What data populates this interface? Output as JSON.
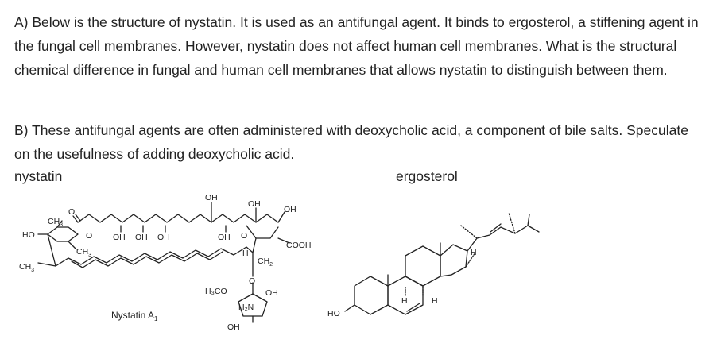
{
  "question_a": "A) Below is the structure of nystatin.  It is used as an antifungal agent.  It binds to ergosterol, a stiffening agent in the fungal cell membranes. However, nystatin does not affect human cell membranes. What is the structural chemical difference in fungal and human cell membranes that allows nystatin to distinguish between them.",
  "question_b": "B) These antifungal agents are often administered with deoxycholic acid, a component of bile salts. Speculate on the usefulness of adding deoxycholic acid.",
  "labels": {
    "nystatin": "nystatin",
    "ergosterol": "ergosterol"
  },
  "nystatin_structure": {
    "caption": "Nystatin A",
    "caption_subscript": "1",
    "atoms": {
      "oh_top": "OH",
      "oh_top2": "OH",
      "oh_top3": "OH",
      "ho_left": "HO",
      "ch3_top": "CH",
      "ch3_mid": "CH",
      "ch3_left": "CH",
      "sub3": "3",
      "o_ring": "O",
      "oh_1": "OH",
      "oh_2": "OH",
      "oh_3": "OH",
      "oh_4": "OH",
      "o_2": "O",
      "cooh": "COOH",
      "h": "H",
      "ch2": "CH",
      "sub2": "2",
      "o_gly": "O",
      "h3co": "H₃CO",
      "oh_s": "OH",
      "h2n": "H₂N",
      "oh_b": "OH",
      "o_keto": "O"
    }
  },
  "ergosterol_structure": {
    "atoms": {
      "ho": "HO",
      "h1": "H",
      "h2": "H",
      "h3": "H"
    }
  }
}
